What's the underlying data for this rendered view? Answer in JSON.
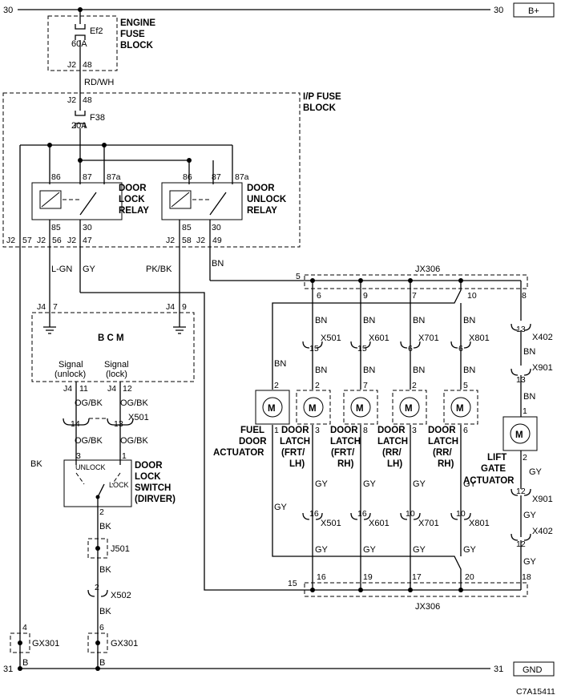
{
  "rails": {
    "power_left": "30",
    "power_right": "30",
    "power_label": "B+",
    "ground_left": "31",
    "ground_right": "31",
    "ground_label": "GND"
  },
  "engine_fuse_block": {
    "title": [
      "ENGINE",
      "FUSE",
      "BLOCK"
    ],
    "fuse_name": "Ef2",
    "fuse_rating": "60A",
    "conn": "J2",
    "pin": "48"
  },
  "wire_rd_wh": "RD/WH",
  "ip_fuse_block": {
    "title": [
      "I/P FUSE",
      "BLOCK"
    ],
    "in_conn": "J2",
    "in_pin": "48",
    "fuse_name": "F38",
    "fuse_rating": "20A",
    "door_lock_relay": {
      "title": [
        "DOOR",
        "LOCK",
        "RELAY"
      ],
      "pins": [
        "86",
        "87",
        "87a",
        "85",
        "30"
      ]
    },
    "door_unlock_relay": {
      "title": [
        "DOOR",
        "UNLOCK",
        "RELAY"
      ],
      "pins": [
        "86",
        "87",
        "87a",
        "85",
        "30"
      ]
    },
    "out_pins": [
      {
        "conn": "J2",
        "pin": "57"
      },
      {
        "conn": "J2",
        "pin": "56"
      },
      {
        "conn": "J2",
        "pin": "47"
      },
      {
        "conn": "J2",
        "pin": "58"
      },
      {
        "conn": "J2",
        "pin": "49"
      }
    ]
  },
  "wires": {
    "l_gn": "L-GN",
    "gy": "GY",
    "pk_bk": "PK/BK",
    "bn": "BN",
    "og_bk": "OG/BK",
    "bk": "BK",
    "b": "B"
  },
  "bcm": {
    "title": "B C M",
    "pin_unlock_ground": {
      "conn": "J4",
      "pin": "7"
    },
    "pin_lock_ground": {
      "conn": "J4",
      "pin": "9"
    },
    "signal_unlock": [
      "Signal",
      "(unlock)"
    ],
    "signal_lock": [
      "Signal",
      "(lock)"
    ],
    "pin_signal_unlock": {
      "conn": "J4",
      "pin": "11"
    },
    "pin_signal_lock": {
      "conn": "J4",
      "pin": "12"
    }
  },
  "x501_bcm": {
    "name": "X501",
    "pins": [
      "14",
      "13"
    ]
  },
  "door_lock_switch": {
    "title": [
      "DOOR",
      "LOCK",
      "SWITCH",
      "(DIRVER)"
    ],
    "unlock": "UNLOCK",
    "lock": "LOCK",
    "pins": [
      "3",
      "1",
      "2"
    ]
  },
  "j501": "J501",
  "x502": {
    "name": "X502",
    "pin": "2"
  },
  "gx301": [
    {
      "name": "GX301",
      "pin": "4"
    },
    {
      "name": "GX301",
      "pin": "6"
    }
  ],
  "jx306": {
    "name": "JX306",
    "top_pins": [
      "5",
      "6",
      "9",
      "7",
      "10",
      "8"
    ],
    "bottom_pins": [
      "15",
      "16",
      "19",
      "17",
      "20",
      "18"
    ]
  },
  "actuators": [
    {
      "title": [
        "FUEL",
        "DOOR",
        "ACTUATOR"
      ],
      "top_pin": "2",
      "bottom_pin": "1"
    },
    {
      "title": [
        "DOOR",
        "LATCH",
        "(FRT/",
        "LH)"
      ],
      "top_pin": "2",
      "bottom_pin": "3",
      "top_conn": "X501",
      "top_conn_pin": "15",
      "bottom_conn": "X501",
      "bottom_conn_pin": "16"
    },
    {
      "title": [
        "DOOR",
        "LATCH",
        "(FRT/",
        "RH)"
      ],
      "top_pin": "7",
      "bottom_pin": "8",
      "top_conn": "X601",
      "top_conn_pin": "15",
      "bottom_conn": "X601",
      "bottom_conn_pin": "16"
    },
    {
      "title": [
        "DOOR",
        "LATCH",
        "(RR/",
        "LH)"
      ],
      "top_pin": "2",
      "bottom_pin": "3",
      "top_conn": "X701",
      "top_conn_pin": "6",
      "bottom_conn": "X701",
      "bottom_conn_pin": "10"
    },
    {
      "title": [
        "DOOR",
        "LATCH",
        "(RR/",
        "RH)"
      ],
      "top_pin": "5",
      "bottom_pin": "6",
      "top_conn": "X801",
      "top_conn_pin": "6",
      "bottom_conn": "X801",
      "bottom_conn_pin": "10"
    }
  ],
  "lift_gate": {
    "title": [
      "LIFT",
      "GATE",
      "ACTUATOR"
    ],
    "top_pin": "1",
    "bottom_pin": "2",
    "x402": {
      "name": "X402",
      "top_pin": "13",
      "bottom_pin": "12"
    },
    "x901": {
      "name": "X901",
      "top_pin": "13",
      "bottom_pin": "12"
    }
  },
  "motor_symbol": "M",
  "diagram_id": "C7A15411"
}
